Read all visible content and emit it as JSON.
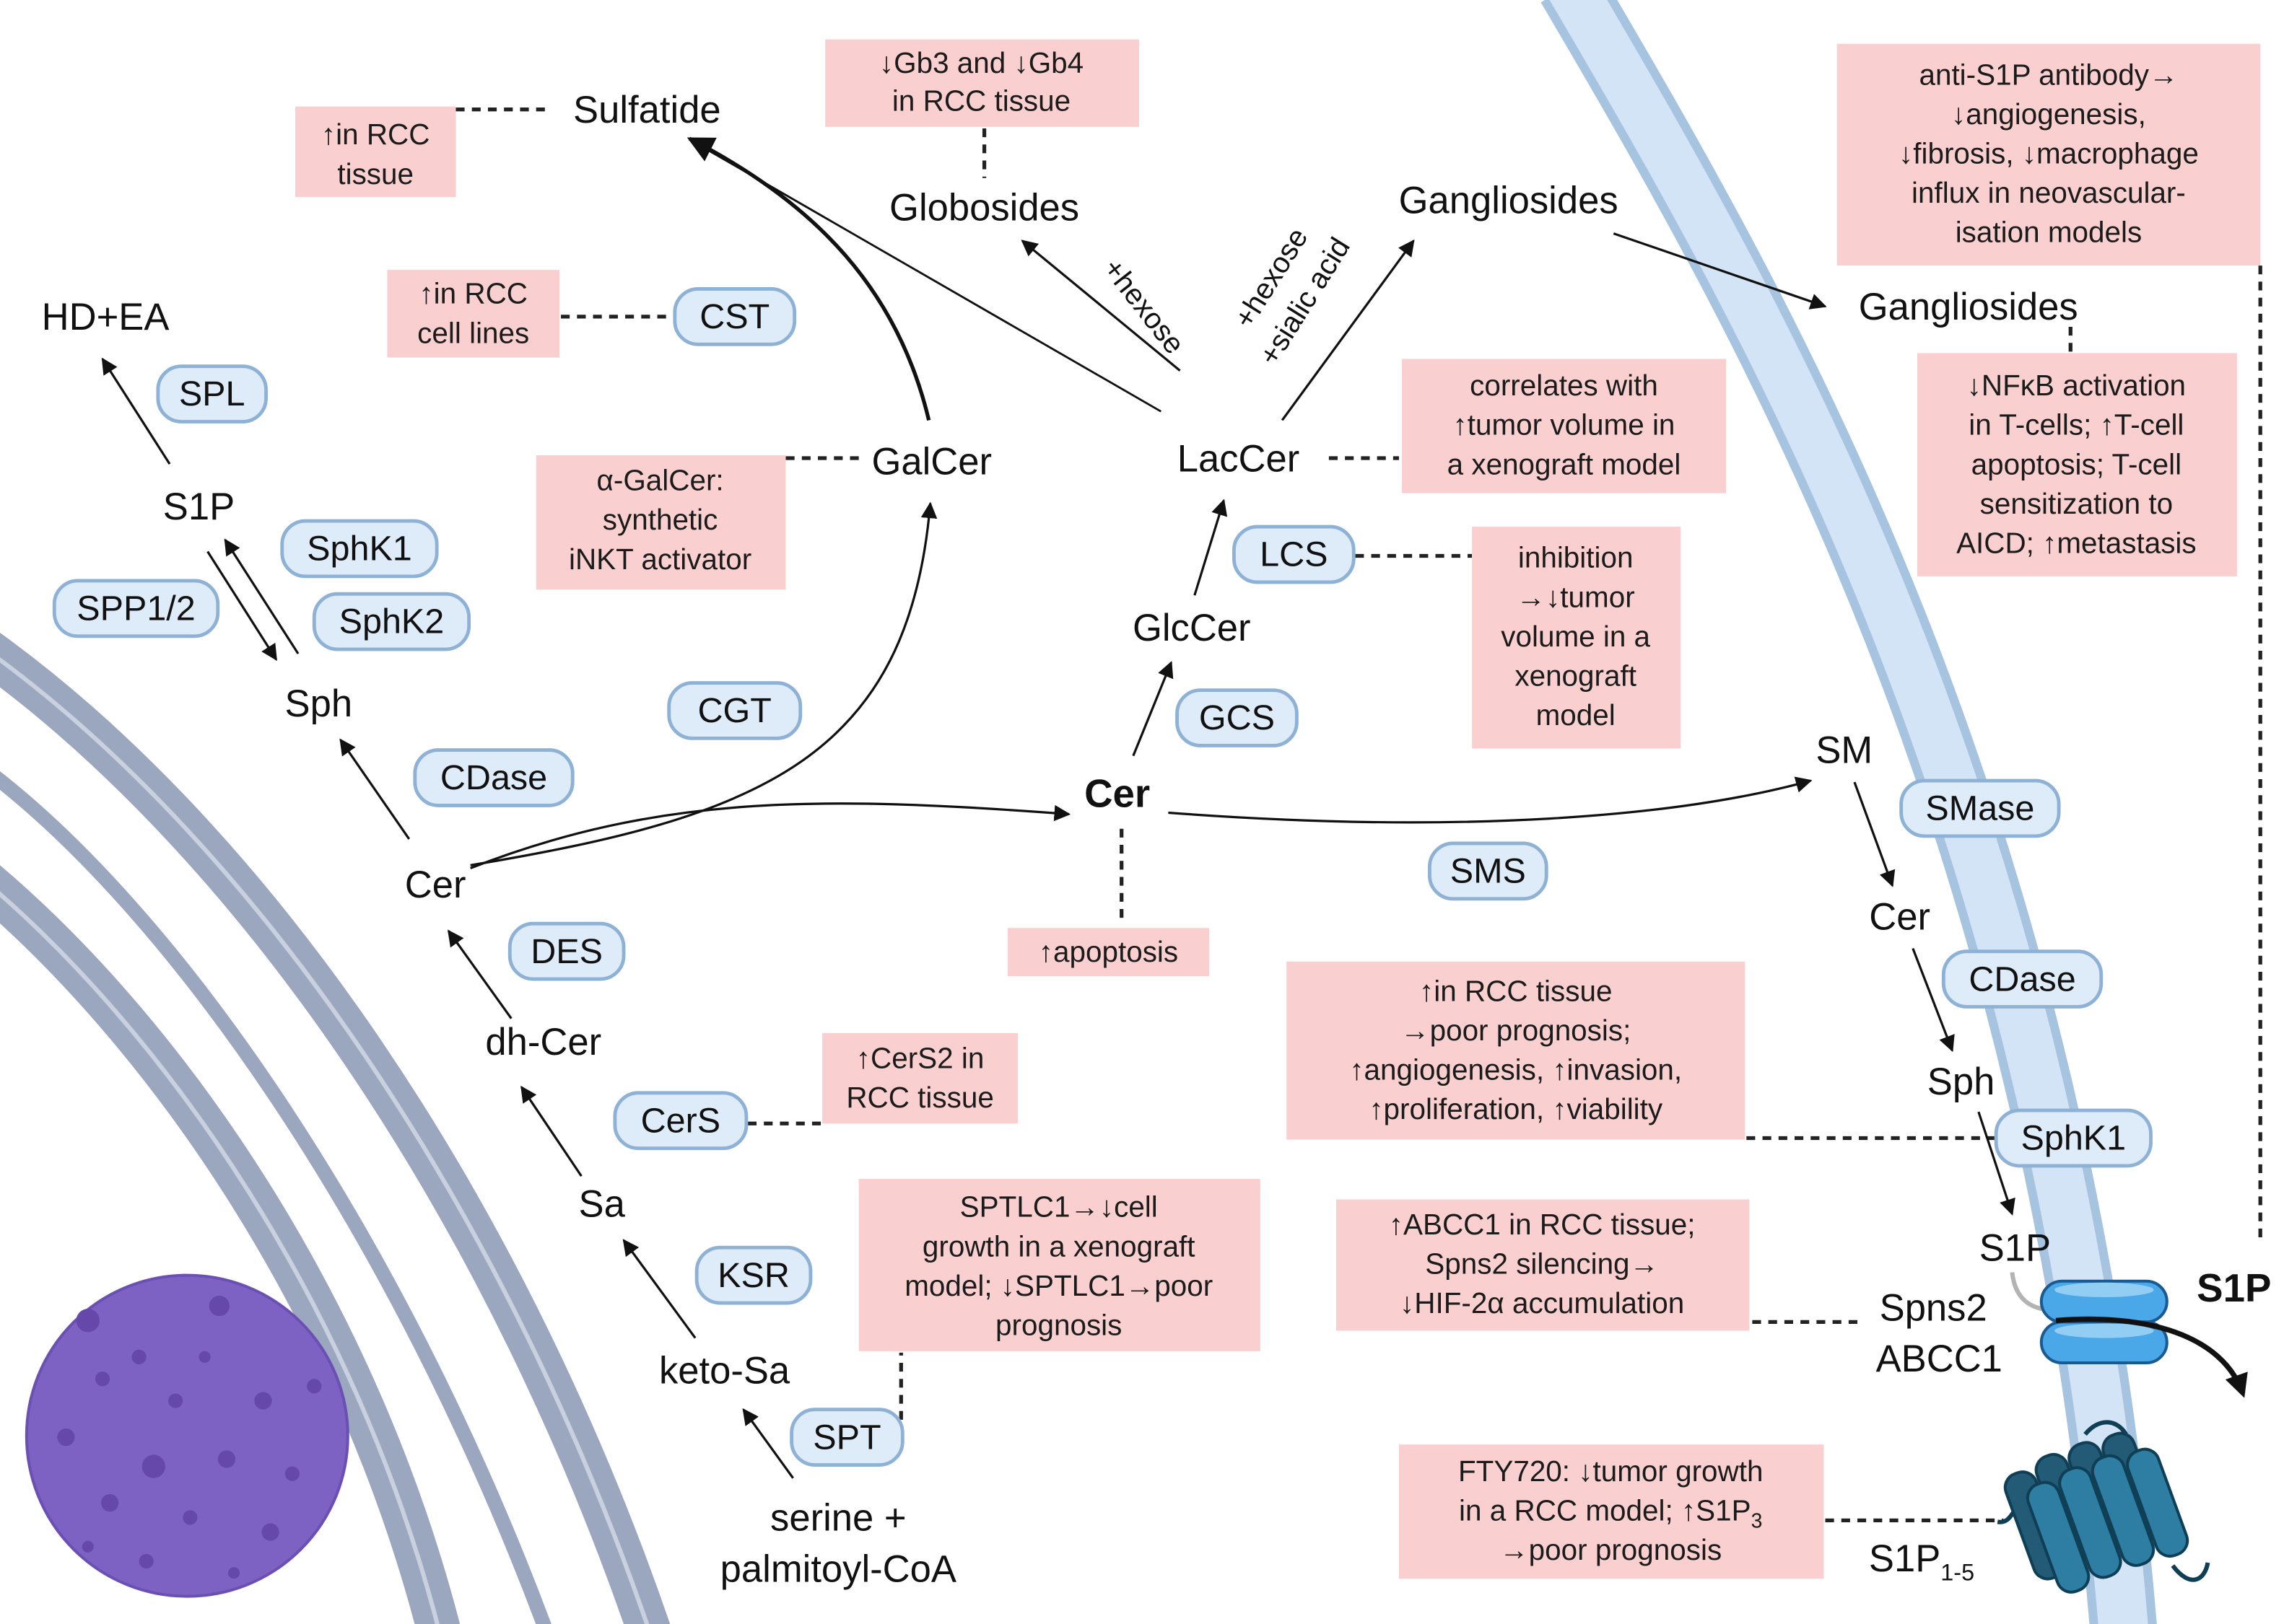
{
  "metabolites": {
    "sulfatide": "Sulfatide",
    "globosides": "Globosides",
    "gangliosides_golgi": "Gangliosides",
    "gangliosides_membrane": "Gangliosides",
    "hd_ea": "HD+EA",
    "s1p_er": "S1P",
    "sph_er": "Sph",
    "cer_er": "Cer",
    "dh_cer": "dh-Cer",
    "sa": "Sa",
    "keto_sa": "keto-Sa",
    "serine": "serine +",
    "palmitoyl_coa": "palmitoyl-CoA",
    "galcer": "GalCer",
    "laccer": "LacCer",
    "glccer": "GlcCer",
    "cer_center": "Cer",
    "sm": "SM",
    "cer_membrane": "Cer",
    "sph_membrane": "Sph",
    "s1p_membrane": "S1P",
    "spns2": "Spns2",
    "abcc1": "ABCC1",
    "s1p_extracellular": "S1P",
    "s1p_receptor": {
      "main": "S1P",
      "sub": "1-5"
    }
  },
  "enzymes": {
    "spl": "SPL",
    "sphk1_er": "SphK1",
    "sphk2": "SphK2",
    "spp": "SPP1/2",
    "cdase_er": "CDase",
    "cgt": "CGT",
    "cst": "CST",
    "des": "DES",
    "cers": "CerS",
    "ksr": "KSR",
    "spt": "SPT",
    "lcs": "LCS",
    "gcs": "GCS",
    "sms": "SMS",
    "smase": "SMase",
    "cdase_membrane": "CDase",
    "sphk1_membrane": "SphK1"
  },
  "reaction_labels": {
    "to_globosides": "+hexose",
    "to_gangliosides": [
      "+hexose",
      "+sialic acid"
    ]
  },
  "findings": {
    "sulfatide_rcc": [
      "↑in RCC",
      "tissue"
    ],
    "gb3_gb4": [
      "↓Gb3 and ↓Gb4",
      "in RCC tissue"
    ],
    "cst_rcc": [
      "↑in RCC",
      "cell lines"
    ],
    "alpha_galcer": [
      "α-GalCer:",
      "synthetic",
      "iNKT activator"
    ],
    "laccer_xenograft": [
      "correlates with",
      "↑tumor volume in",
      "a xenograft model"
    ],
    "lcs_inhibition": [
      "inhibition",
      "→↓tumor",
      "volume in a",
      "xenograft",
      "model"
    ],
    "anti_s1p": [
      "anti-S1P antibody→",
      "↓angiogenesis,",
      "↓fibrosis, ↓macrophage",
      "influx in neovascular-",
      "isation models"
    ],
    "gangliosides_tcell": [
      "↓NFκB activation",
      "in T-cells; ↑T-cell",
      "apoptosis; T-cell",
      "sensitization to",
      "AICD; ↑metastasis"
    ],
    "apoptosis": [
      "↑apoptosis"
    ],
    "cers2": [
      "↑CerS2 in",
      "RCC tissue"
    ],
    "sptlc1": [
      "SPTLC1→↓cell",
      "growth in a xenograft",
      "model; ↓SPTLC1→poor",
      "prognosis"
    ],
    "sphk1_rcc": [
      "↑in RCC tissue",
      "→poor prognosis;",
      "↑angiogenesis, ↑invasion,",
      "↑proliferation, ↑viability"
    ],
    "abcc1_spns2": [
      "↑ABCC1 in RCC tissue;",
      "Spns2 silencing→",
      "↓HIF-2α accumulation"
    ],
    "fty720": [
      "FTY720: ↓tumor growth",
      "in a RCC model; ↑S1P",
      "→poor prognosis"
    ],
    "fty720_subscript": "3"
  },
  "colors": {
    "finding_box": "#f9d0cf",
    "enzyme_fill": "#deebf8",
    "enzyme_stroke": "#8eb1d6",
    "plasma_membrane": "#a6c3e0",
    "plasma_membrane_inner": "#d2e4f5",
    "nuclear_envelope": "#9aa7bf",
    "nucleolus": "#7e62c3",
    "transporter": "#4aa7e8",
    "receptor": "#2e7ea3"
  }
}
